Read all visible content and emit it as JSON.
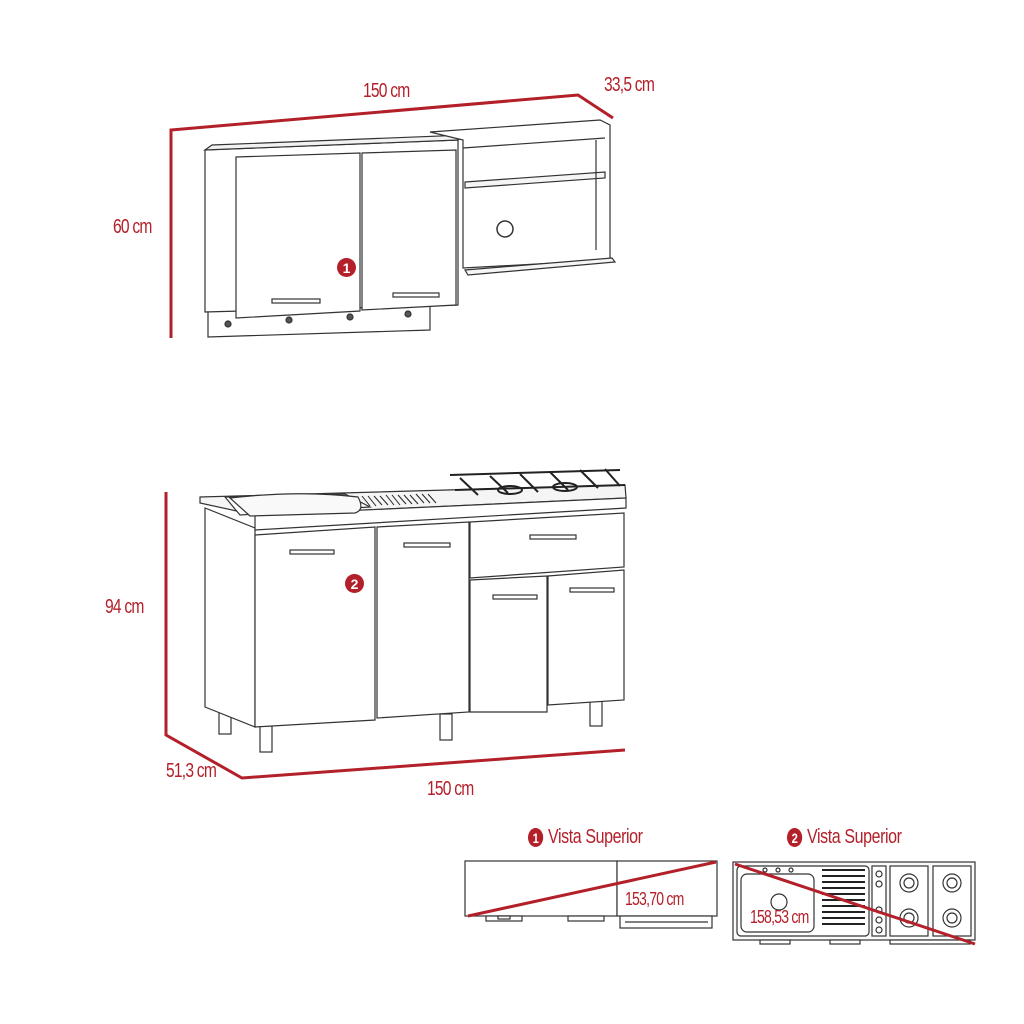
{
  "colors": {
    "accent": "#b3202a",
    "line": "#333333",
    "background": "#ffffff"
  },
  "wall_cabinet": {
    "marker": "1",
    "dimensions": {
      "width": "150 cm",
      "depth": "33,5 cm",
      "height": "60 cm"
    }
  },
  "base_cabinet": {
    "marker": "2",
    "dimensions": {
      "height": "94 cm",
      "depth": "51,3 cm",
      "width": "150 cm"
    }
  },
  "top_views": [
    {
      "marker": "1",
      "label": "Vista Superior",
      "diagonal": "153,70 cm"
    },
    {
      "marker": "2",
      "label": "Vista Superior",
      "diagonal": "158,53 cm"
    }
  ]
}
